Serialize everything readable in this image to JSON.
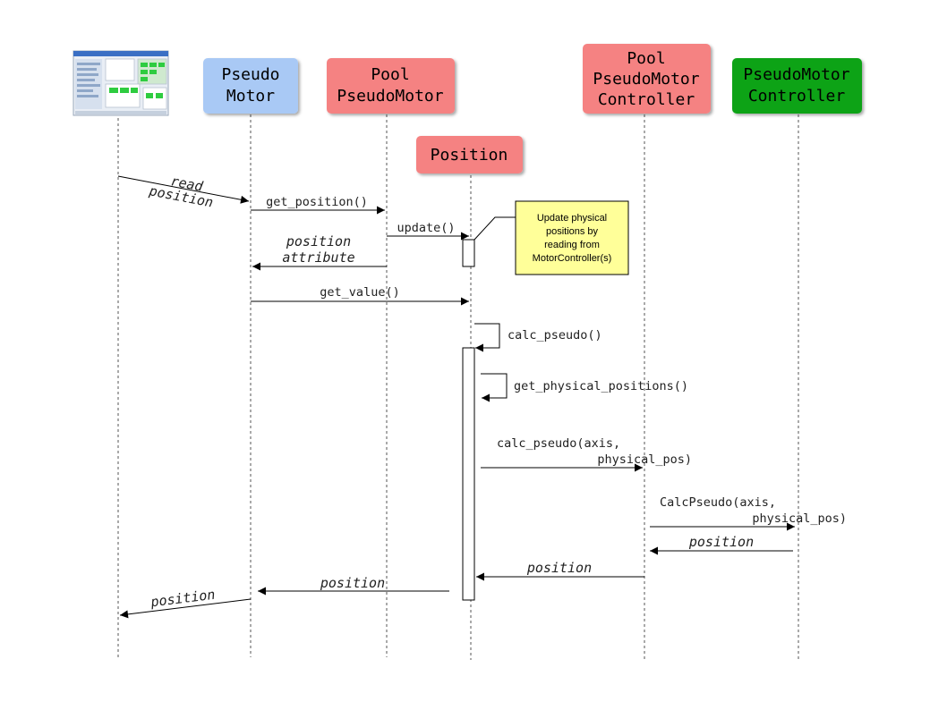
{
  "participants": {
    "client": {
      "icon": "application-screenshot-icon"
    },
    "pseudo_motor": {
      "lines": [
        "Pseudo",
        "Motor"
      ],
      "color": "#a9c9f5"
    },
    "pool_pseudo_motor": {
      "lines": [
        "Pool",
        "PseudoMotor"
      ],
      "color": "#f58282"
    },
    "pool_pseudo_motor_controller": {
      "lines": [
        "Pool",
        "PseudoMotor",
        "Controller"
      ],
      "color": "#f58282"
    },
    "pseudo_motor_controller": {
      "lines": [
        "PseudoMotor",
        "Controller"
      ],
      "color": "#0da316"
    },
    "position": {
      "lines": [
        "Position"
      ],
      "color": "#f58282"
    }
  },
  "messages": {
    "read_position": [
      "read",
      "position"
    ],
    "get_position": "get_position()",
    "update": "update()",
    "position_attribute": [
      "position",
      "attribute"
    ],
    "get_value": "get_value()",
    "calc_pseudo": "calc_pseudo()",
    "get_physical_positions": "get_physical_positions()",
    "calc_pseudo_axis": [
      "calc_pseudo(axis,",
      "physical_pos)"
    ],
    "CalcPseudo_axis": [
      "CalcPseudo(axis,",
      "physical_pos)"
    ],
    "ret_controller": "position",
    "ret_pool_controller": "position",
    "ret_position": "position",
    "ret_client": "position"
  },
  "note": {
    "lines": [
      "Update physical",
      "positions by",
      "reading from",
      "MotorController(s)"
    ],
    "color": "#ffff99"
  }
}
